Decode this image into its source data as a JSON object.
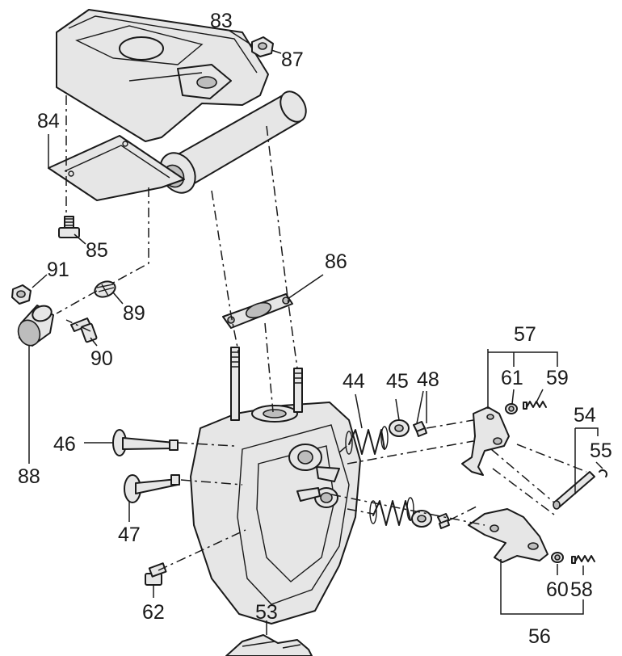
{
  "labels": {
    "p83": "83",
    "p87": "87",
    "p84": "84",
    "p85": "85",
    "p86": "86",
    "p91": "91",
    "p89": "89",
    "p90": "90",
    "p88": "88",
    "p44": "44",
    "p45": "45",
    "p48": "48",
    "p57": "57",
    "p61": "61",
    "p59": "59",
    "p54": "54",
    "p55": "55",
    "p46": "46",
    "p47": "47",
    "p62": "62",
    "p60": "60",
    "p58": "58",
    "p56": "56",
    "p53": "53"
  }
}
